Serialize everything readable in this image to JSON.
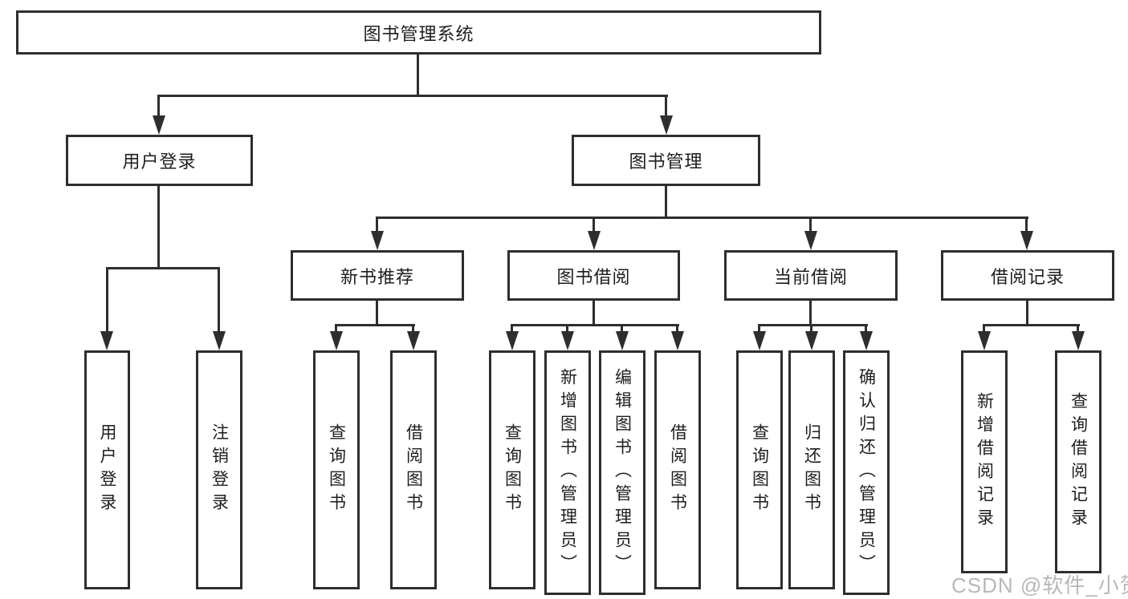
{
  "diagram": {
    "title": "图书管理系统",
    "tree": {
      "root": {
        "label": "图书管理系统"
      },
      "children": [
        {
          "label": "用户登录",
          "children": [
            {
              "label": "用户登录"
            },
            {
              "label": "注销登录"
            }
          ]
        },
        {
          "label": "图书管理",
          "children": [
            {
              "label": "新书推荐",
              "children": [
                {
                  "label": "查询图书"
                },
                {
                  "label": "借阅图书"
                }
              ]
            },
            {
              "label": "图书借阅",
              "children": [
                {
                  "label": "查询图书"
                },
                {
                  "label": "新增图书（管理员）"
                },
                {
                  "label": "编辑图书（管理员）"
                },
                {
                  "label": "借阅图书"
                }
              ]
            },
            {
              "label": "当前借阅",
              "children": [
                {
                  "label": "查询图书"
                },
                {
                  "label": "归还图书"
                },
                {
                  "label": "确认归还（管理员）"
                }
              ]
            },
            {
              "label": "借阅记录",
              "children": [
                {
                  "label": "新增借阅记录"
                },
                {
                  "label": "查询借阅记录"
                }
              ]
            }
          ]
        }
      ]
    },
    "watermark": "CSDN @软件_小贺同学",
    "colors": {
      "line": "#2e2e2e",
      "text": "#1e1e1e",
      "watermark": "#b0b0b0",
      "background": "#ffffff"
    }
  }
}
